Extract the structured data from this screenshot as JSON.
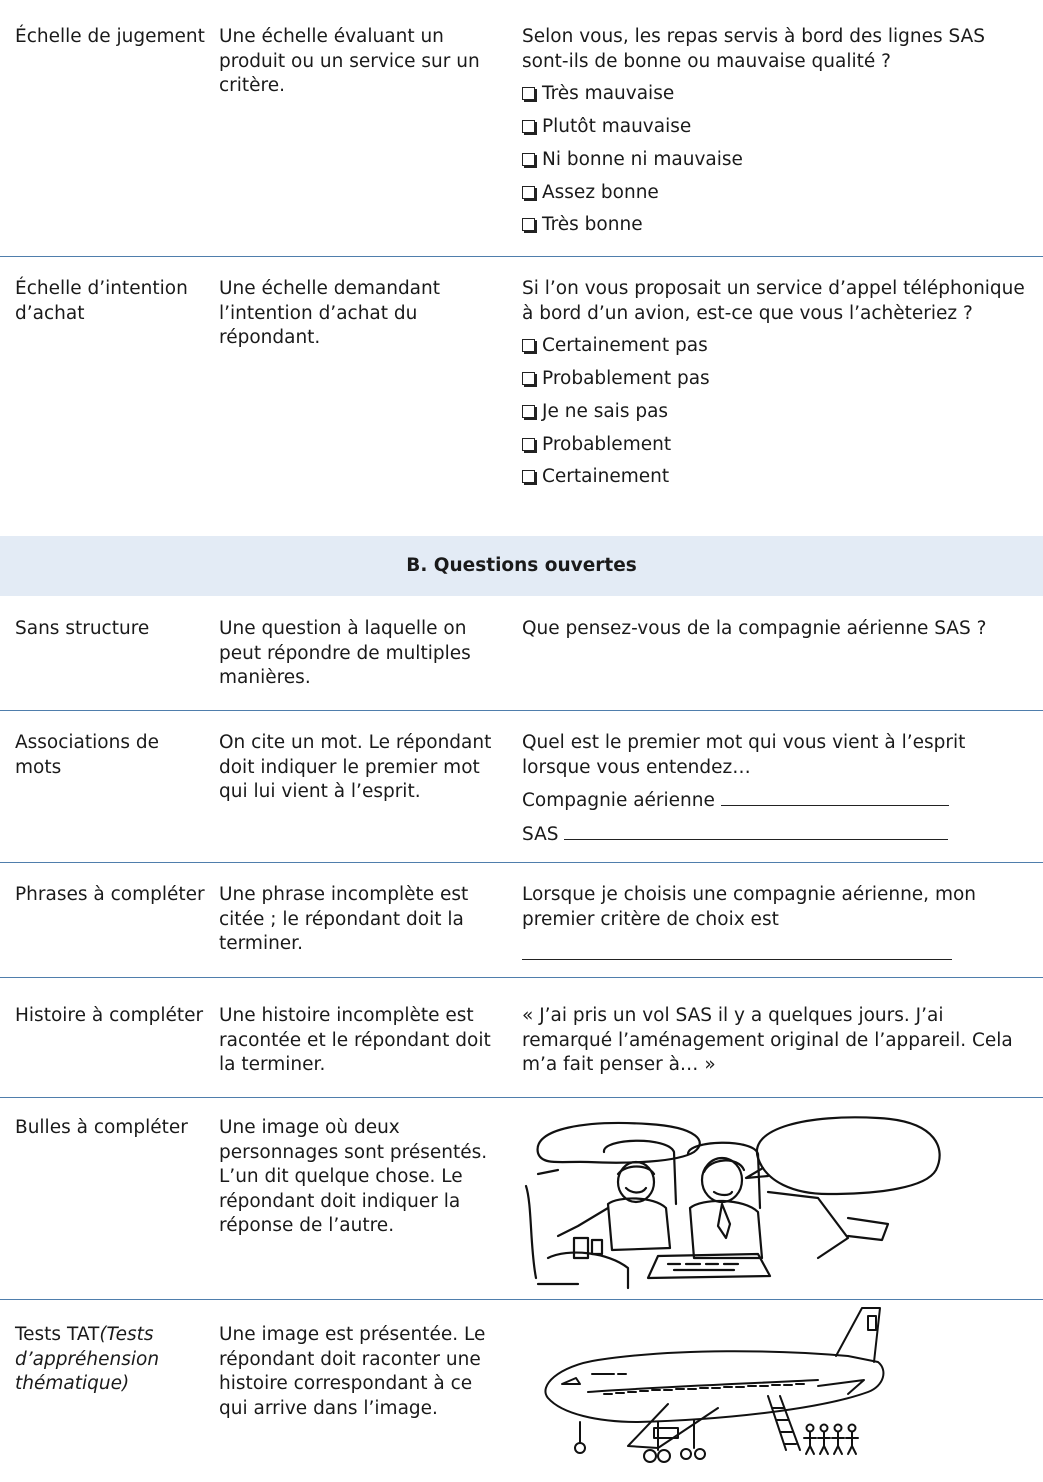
{
  "rows_top": [
    {
      "type": "Échelle de jugement",
      "description": "Une échelle évaluant un produit ou un service sur un critère.",
      "question": "Selon vous, les repas servis à bord des lignes SAS sont-ils de bonne ou mauvaise qualité ?",
      "options": [
        "Très mauvaise",
        "Plutôt mauvaise",
        "Ni bonne ni mauvaise",
        "Assez bonne",
        "Très bonne"
      ]
    },
    {
      "type": "Échelle d’intention d’achat",
      "description": "Une échelle demandant l’intention d’achat du répondant.",
      "question": "Si l’on vous proposait un service d’appel téléphonique à bord d’un avion, est-ce que vous l’achèteriez ?",
      "options": [
        "Certainement pas",
        "Probablement pas",
        "Je ne sais pas",
        "Probablement",
        "Certainement"
      ]
    }
  ],
  "section_title": "B. Questions ouvertes",
  "rows_open": {
    "sans_structure": {
      "type": "Sans structure",
      "description": "Une question à laquelle on peut répondre de multiples manières.",
      "question": "Que pensez-vous de la compagnie aérienne SAS ?"
    },
    "associations": {
      "type": "Associations de mots",
      "description": "On cite un mot. Le répondant doit indiquer le premier mot qui lui vient à l’esprit.",
      "question": "Quel est le premier mot qui vous vient à l’esprit lorsque vous entendez…",
      "word1": "Compagnie aérienne",
      "word2": "SAS"
    },
    "phrases": {
      "type": "Phrases à compléter",
      "description": "Une phrase incomplète est citée ; le répondant doit la terminer.",
      "question": "Lorsque je choisis une compagnie aérienne, mon premier critère de choix est"
    },
    "histoire": {
      "type": "Histoire à compléter",
      "description": "Une histoire incomplète est racontée et le répondant doit la terminer.",
      "question": "« J’ai pris un vol SAS il y a quelques jours. J’ai remarqué l’aménagement original de l’appareil. Cela m’a fait penser à… »"
    },
    "bulles": {
      "type": "Bulles à compléter",
      "description": "Une image où deux personnages sont présentés. L’un dit quelque chose. Le répondant doit indiquer la réponse de l’autre.",
      "illustration": "two-passengers-cabin-speech-bubbles"
    },
    "tat": {
      "type_main": "Tests TAT",
      "type_italic": "(Tests d’appréhension thématique)",
      "description": "Une image est présentée. Le répondant doit raconter une histoire correspondant à ce qui arrive dans l’image.",
      "illustration": "airliner-passengers-boarding"
    }
  },
  "colors": {
    "rule": "#4f7eac",
    "section_bg": "#e3ebf5",
    "text": "#1a1a1a"
  }
}
